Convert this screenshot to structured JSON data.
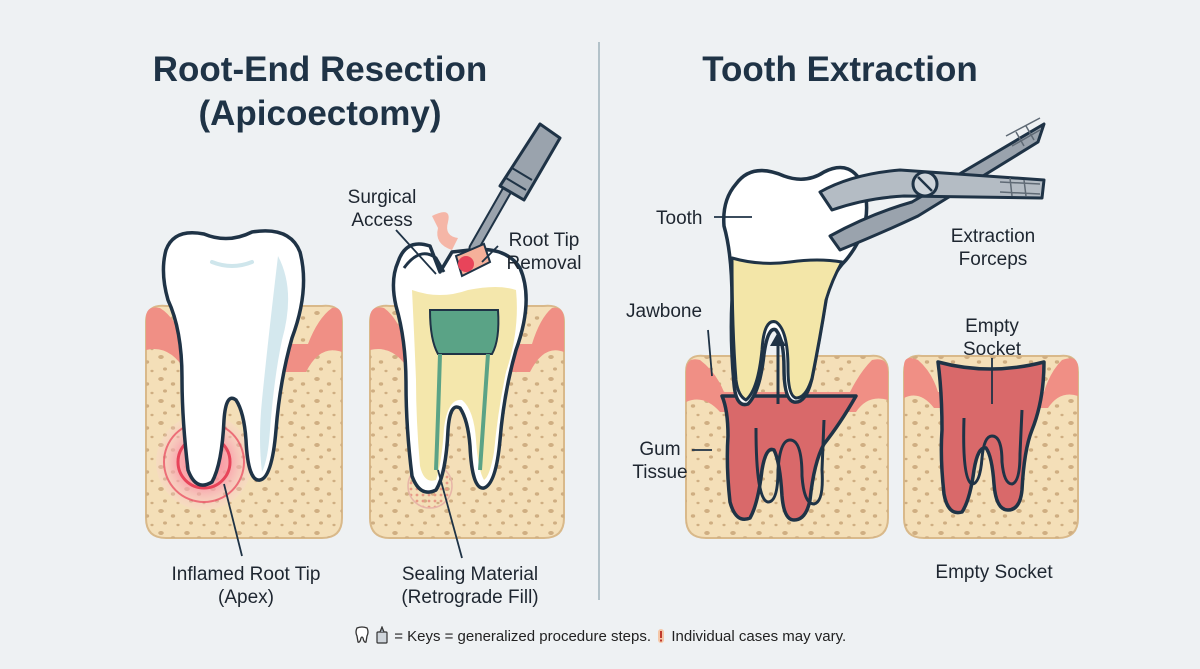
{
  "left_panel": {
    "title_line1": "Root-End Resection",
    "title_line2": "(Apicoectomy)",
    "labels": {
      "surgical_access": [
        "Surgical",
        "Access"
      ],
      "root_tip_removal": [
        "Root Tip",
        "Removal"
      ],
      "inflamed_root_tip": [
        "Inflamed Root Tip",
        "(Apex)"
      ],
      "sealing_material": [
        "Sealing Material",
        "(Retrograde Fill)"
      ]
    }
  },
  "right_panel": {
    "title": "Tooth Extraction",
    "labels": {
      "tooth": "Tooth",
      "extraction_forceps": [
        "Extraction",
        "Forceps"
      ],
      "jawbone": "Jawbone",
      "empty_socket_top": [
        "Empty",
        "Socket"
      ],
      "gum_tissue": [
        "Gum",
        "Tissue"
      ],
      "empty_socket_bottom": "Empty Socket"
    }
  },
  "footer": {
    "text1": "= Keys = generalized procedure steps.",
    "text2": "Individual cases may vary."
  },
  "colors": {
    "background": "#eef1f3",
    "title": "#1f3346",
    "bone": "#f4dfb8",
    "bone_spots": "#cfae82",
    "gum": "#f08f85",
    "socket": "#d9696a",
    "tooth": "#ffffff",
    "enamel_shade": "#cfe6ec",
    "root_yellow": "#f3e6a8",
    "pulp_green": "#5aa386",
    "inflammation": "#e8445a",
    "instrument": "#9aa3ad",
    "outline": "#1f3346"
  },
  "icons": [
    "tooth-icon",
    "dental-tool-icon",
    "warning-icon"
  ]
}
